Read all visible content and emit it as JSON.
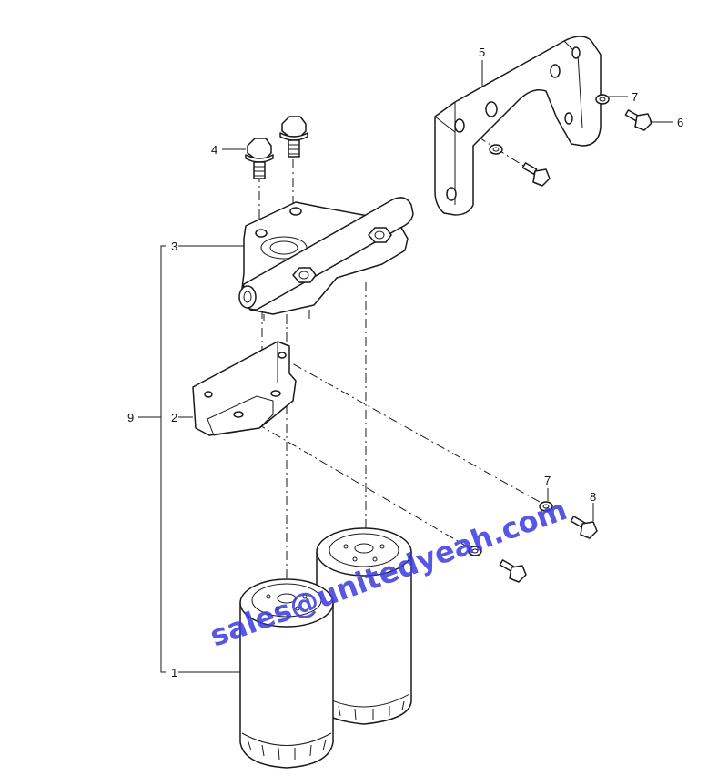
{
  "diagram": {
    "callouts": {
      "c1": "1",
      "c2": "2",
      "c3": "3",
      "c4": "4",
      "c5": "5",
      "c6": "6",
      "c7_top": "7",
      "c7_bottom": "7",
      "c8": "8",
      "c9": "9"
    },
    "watermark": "sales@unitedyeah.com",
    "colors": {
      "line": "#1a1a1a",
      "watermark": "#3a3adf"
    }
  }
}
